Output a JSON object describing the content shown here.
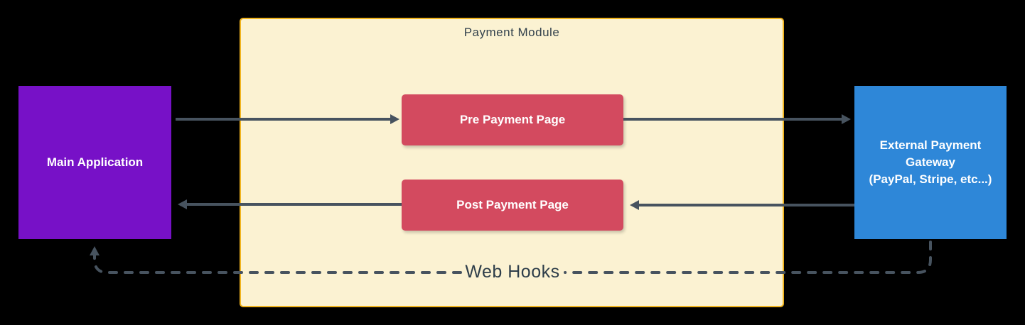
{
  "canvas": {
    "background": "#000000"
  },
  "nodes": {
    "main_application": {
      "label": "Main Application",
      "fill": "#7711C7",
      "text_color": "#FFFFFF"
    },
    "payment_module": {
      "title": "Payment Module",
      "fill": "#FBF2D2",
      "border_color": "#F0B41F",
      "title_color": "#33424D"
    },
    "pre_payment_page": {
      "label": "Pre Payment Page",
      "fill": "#D34A5F",
      "text_color": "#FFFFFF"
    },
    "post_payment_page": {
      "label": "Post Payment Page",
      "fill": "#D34A5F",
      "text_color": "#FFFFFF"
    },
    "external_gateway": {
      "label_lines": [
        "External Payment",
        "Gateway",
        "(PayPal, Stripe, etc...)"
      ],
      "fill": "#2E87D8",
      "text_color": "#FFFFFF"
    }
  },
  "connectors": {
    "color": "#47535F",
    "webhooks_label": "Web Hooks",
    "edges": [
      {
        "from": "main_application",
        "to": "pre_payment_page",
        "style": "solid-arrow"
      },
      {
        "from": "pre_payment_page",
        "to": "external_gateway",
        "style": "solid-arrow"
      },
      {
        "from": "external_gateway",
        "to": "post_payment_page",
        "style": "solid-arrow"
      },
      {
        "from": "post_payment_page",
        "to": "main_application",
        "style": "solid-arrow"
      },
      {
        "from": "external_gateway",
        "to": "main_application",
        "style": "dashed-arrow",
        "label": "Web Hooks"
      }
    ]
  }
}
